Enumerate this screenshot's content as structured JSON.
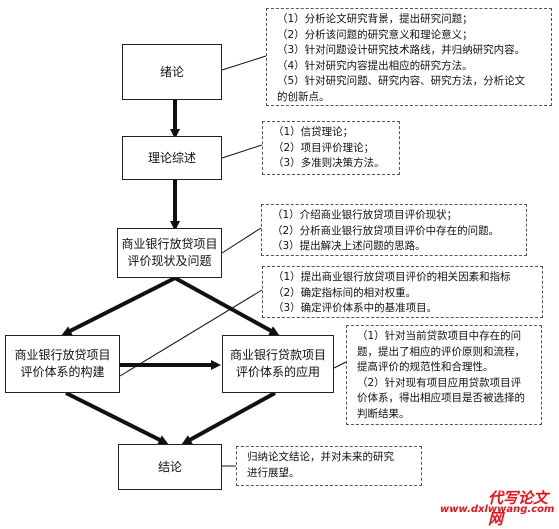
{
  "nodes": {
    "intro": "绪论",
    "theory": "理论综述",
    "status": [
      "商业银行放贷项目",
      "评价现状及问题"
    ],
    "construct": [
      "商业银行放贷项目",
      "评价体系的构建"
    ],
    "apply": [
      "商业银行贷款项目",
      "评价体系的应用"
    ],
    "conclusion": "结论"
  },
  "notes": {
    "intro": [
      "（1）分析论文研究背景，提出研究问题；",
      "（2）分析该问题的研究意义和理论意义；",
      "（3）针对问题设计研究技术路线，并归纳研究内容。",
      "（4）针对研究内容提出相应的研究方法。",
      "（5）针对研究问题、研究内容、研究方法，分析论文",
      "的创新点。"
    ],
    "theory": [
      "（1）信贷理论；",
      "（2）项目评价理论；",
      "（3）多准则决策方法。"
    ],
    "status": [
      "（1）介绍商业银行放贷项目评价现状；",
      "（2）分析商业银行放贷项目评价中存在的问题。",
      "（3）提出解决上述问题的思路。"
    ],
    "construct": [
      "（1）提出商业银行放贷项目评价的相关因素和指标",
      "（2）确定指标间的相对权重。",
      "（3）确定评价体系中的基准项目。"
    ],
    "apply": [
      "（1）针对当前贷款项目中存在的问",
      "题，提出了相应的评价原则和流程，",
      "提高评价的规范性和合理性。",
      "（2）针对现有项目应用贷款项目评",
      "价体系，得出相应项目是否被选择的",
      "判断结果。"
    ],
    "conclusion": [
      "归纳论文结论，并对未来的研究",
      "进行展望。"
    ]
  },
  "watermark": {
    "title": "代写论文网",
    "url": "www.dxlwwang.com",
    "color": "#e8141b"
  }
}
